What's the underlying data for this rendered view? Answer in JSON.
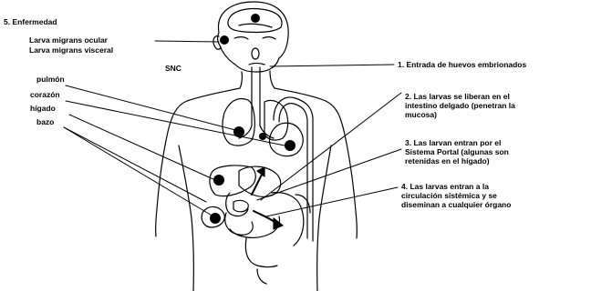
{
  "left_labels": {
    "disease_title": "5. Enfermedad",
    "ocular": "Larva migrans ocular",
    "visceral": "Larva migrans visceral",
    "cns": "SNC",
    "lung": "pulmón",
    "heart": "corazón",
    "liver": "hígado",
    "spleen": "bazo"
  },
  "steps": [
    {
      "lines": [
        "1. Entrada de huevos embrionados"
      ]
    },
    {
      "lines": [
        "2. Las larvas se liberan en el",
        "intestino delgado (penetran la",
        "mucosa)"
      ]
    },
    {
      "lines": [
        "3. Las larvan entran por el",
        "Sistema Portal (algunas son",
        "retenidas en el hígado)"
      ]
    },
    {
      "lines": [
        "4. Las larvas entran a la",
        "circulación sistémica y se",
        "diseminan a cualquier órgano"
      ]
    }
  ],
  "colors": {
    "ink": "#000000",
    "background": "#ffffff"
  }
}
